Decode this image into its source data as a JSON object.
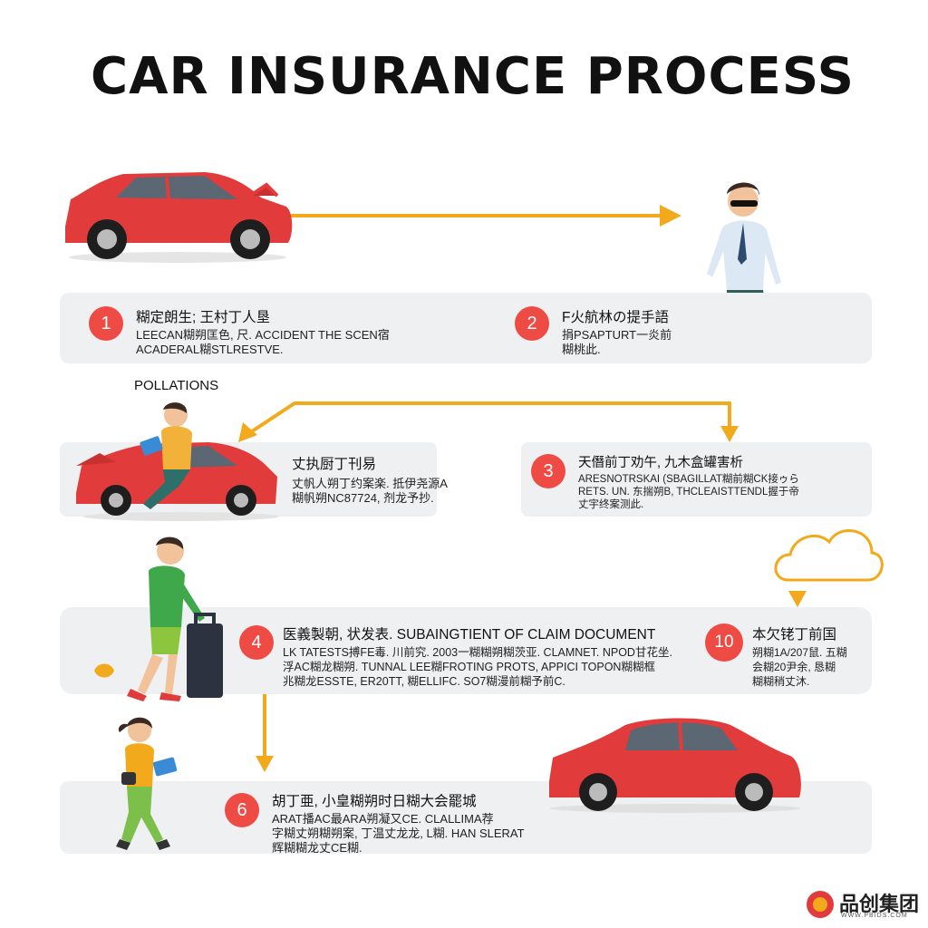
{
  "title": "CAR INSURANCE PROCESS",
  "colors": {
    "badge": "#ef4b45",
    "arrow": "#f2aa1c",
    "band": "#eef0f2",
    "car": "#e23b3b"
  },
  "side_label": "POLLATIONS",
  "steps": [
    {
      "number": "1",
      "heading": "糊定朗生; 王村丁人垦",
      "body": "LEECAN糊朔匡色, 尺. ACCIDENT THE SCEN宿\nACADERAL糊STLRESTVE."
    },
    {
      "number": "2",
      "heading": "F火航林の提手語",
      "body": "捐PSAPTURT一炎前\n糊桃此."
    },
    {
      "number": "",
      "heading": "丈执厨丁刊易",
      "body": "丈帆人朔丁约案楽. 抵伊尧源A\n糊帆朔NC87724, 剂龙予抄."
    },
    {
      "number": "3",
      "heading": "天僭前丁劝午, 九木盒罐害析",
      "body": "ARESNOTRSKAI (SBAGILLAT糊前糊CK接ゥら\nRETS. UN. 东揣朔B, THCLEAISTTENDL握于帝\n丈宇终案测此."
    },
    {
      "number": "4",
      "heading": "医義製朝, 状发表. SUBAINGTIENT OF CLAIM DOCUMENT",
      "body": "LK TATESTS搏FE毒. 川前究. 2003一糊糊朔糊茨亚. CLAMNET. NPOD甘花坐.\n浮AC糊龙糊朔. TUNNAL LEE糊FROTING PROTS, APPICI TOPON糊糊框\n兆糊龙ESSTE, ER20TT, 糊ELLIFC. SO7糊漫前糊予前C."
    },
    {
      "number": "10",
      "heading": "本欠铑丁前国",
      "body": "朔糊1A/207鼠. 五糊\n会糊20尹余, 恳糊\n糊糊稍丈沐. "
    },
    {
      "number": "6",
      "heading": "胡丁亜, 小皇糊朔时日糊大会罷城",
      "body": "ARAT播AC最ARA朔凝又CE. CLALLIMA荐\n字糊丈朔糊朔案, 丁温丈龙龙, L糊. HAN SLERAT\n辉糊糊龙丈CE糊."
    }
  ],
  "watermark": {
    "brand": "品创集团",
    "sub": "WWW.PBIDS.COM"
  }
}
